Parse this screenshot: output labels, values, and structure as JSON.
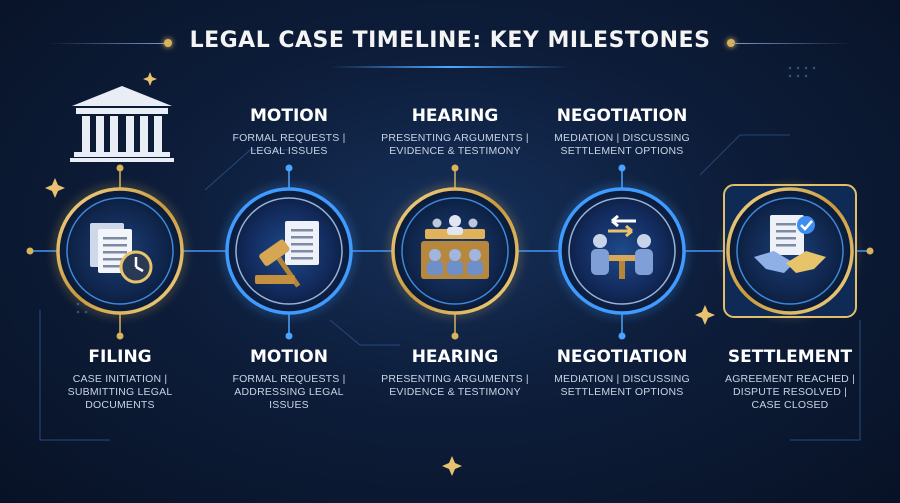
{
  "title": "LEGAL CASE TIMELINE: KEY MILESTONES",
  "colors": {
    "gold": "#d9b35a",
    "blue": "#4aa3ff",
    "background": "#0d1d3a"
  },
  "top_labels": [
    {
      "title": "MOTION",
      "desc": [
        "FORMAL REQUESTS |",
        "LEGAL ISSUES"
      ]
    },
    {
      "title": "HEARING",
      "desc": [
        "PRESENTING ARGUMENTS |",
        "EVIDENCE & TESTIMONY"
      ]
    },
    {
      "title": "NEGOTIATION",
      "desc": [
        "MEDIATION | DISCUSSING",
        "SETTLEMENT OPTIONS"
      ]
    }
  ],
  "stages": [
    {
      "title": "FILING",
      "icon": "documents-clock-icon",
      "ring": "gold",
      "desc": [
        "CASE INITIATION |",
        "SUBMITTING LEGAL",
        "DOCUMENTS"
      ]
    },
    {
      "title": "MOTION",
      "icon": "gavel-document-icon",
      "ring": "blue",
      "desc": [
        "FORMAL REQUESTS |",
        "ADDRESSING LEGAL",
        "ISSUES"
      ]
    },
    {
      "title": "HEARING",
      "icon": "courtroom-icon",
      "ring": "gold",
      "desc": [
        "PRESENTING ARGUMENTS |",
        "EVIDENCE & TESTIMONY"
      ]
    },
    {
      "title": "NEGOTIATION",
      "icon": "negotiation-table-icon",
      "ring": "blue",
      "desc": [
        "MEDIATION | DISCUSSING",
        "SETTLEMENT OPTIONS"
      ]
    },
    {
      "title": "SETTLEMENT",
      "icon": "handshake-agreement-icon",
      "ring": "gold",
      "desc": [
        "AGREEMENT REACHED |",
        "DISPUTE RESOLVED |",
        "CASE CLOSED"
      ]
    }
  ],
  "decor_icons": [
    "courthouse-icon"
  ]
}
